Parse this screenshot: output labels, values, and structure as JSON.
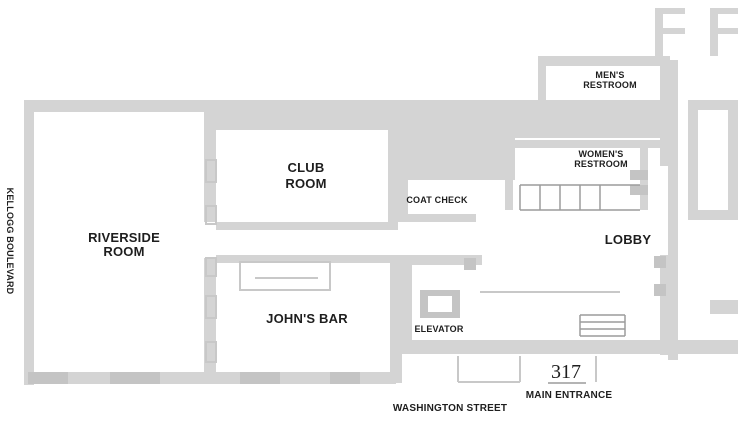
{
  "map": {
    "rooms": {
      "riverside_room": [
        "RIVERSIDE",
        "ROOM"
      ],
      "club_room": [
        "CLUB",
        "ROOM"
      ],
      "johns_bar": "JOHN'S BAR",
      "coat_check": "COAT CHECK",
      "lobby": "LOBBY",
      "elevator": "ELEVATOR",
      "mens_restroom": [
        "MEN'S",
        "RESTROOM"
      ],
      "womens_restroom": [
        "WOMEN'S",
        "RESTROOM"
      ]
    },
    "streets": {
      "west": "KELLOGG BOULEVARD",
      "south": "WASHINGTON STREET"
    },
    "entrance": {
      "number": "317",
      "label": "MAIN ENTRANCE"
    },
    "colors": {
      "wall": "#d4d4d4",
      "text": "#1e1e1e",
      "background": "#ffffff"
    }
  }
}
